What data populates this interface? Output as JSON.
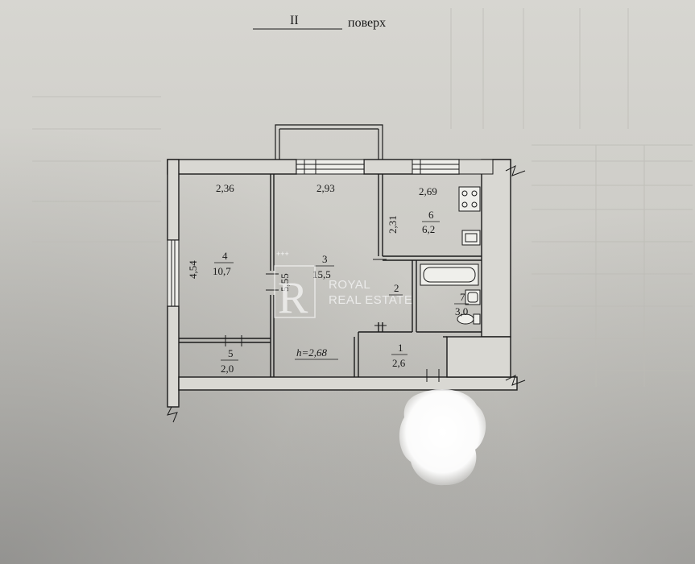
{
  "header": {
    "floor_roman": "II",
    "floor_word": "поверх"
  },
  "rooms": [
    {
      "id": "1",
      "area": "2,6"
    },
    {
      "id": "2",
      "area": ""
    },
    {
      "id": "3",
      "area": "15,5"
    },
    {
      "id": "4",
      "area": "10,7"
    },
    {
      "id": "5",
      "area": "2,0"
    },
    {
      "id": "6",
      "area": "6,2"
    },
    {
      "id": "7",
      "area": "3,0"
    }
  ],
  "dimensions": {
    "room4_width": "2,36",
    "room3_width": "2,93",
    "room6_width": "2,69",
    "room6_depth": "2,31",
    "room4_depth": "4,54",
    "room3_depth": "5,55",
    "ceiling_height": "h=2,68"
  },
  "watermark": {
    "monogram": "R",
    "line1": "ROYAL",
    "line2": "REAL ESTATE",
    "stars": "+++"
  },
  "icons": [
    "stove-icon",
    "sink-icon",
    "bathtub-icon",
    "washbasin-icon",
    "toilet-icon"
  ]
}
